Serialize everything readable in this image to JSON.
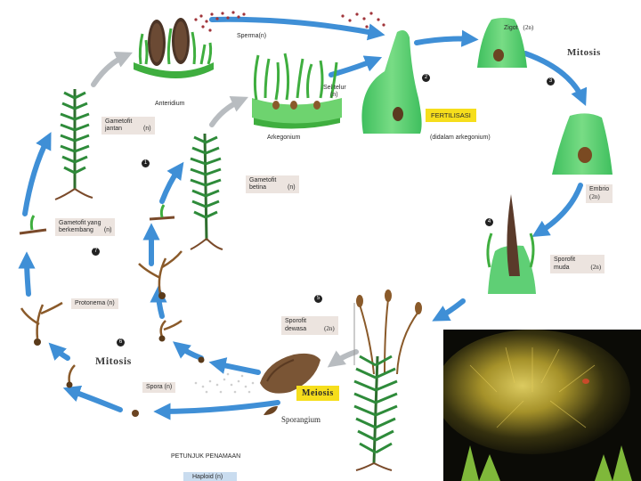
{
  "labels": {
    "sperma": "Sperma(n)",
    "anteridium": "Anteridium",
    "arkegonium": "Arkegonium",
    "sel_telur": "Sel telur",
    "sel_telur_ploidy": "(n)",
    "zigot": "Zigot",
    "zigot_ploidy": "(2n)",
    "mitosis_top": "Mitosis",
    "fertilisasi": "FERTILISASI",
    "fertilisasi_note": "(didalam arkegonium)",
    "embrio": "Embrio",
    "embrio_ploidy": "(2n)",
    "sporofit_muda_1": "Sporofit",
    "sporofit_muda_2": "muda",
    "sporofit_muda_ploidy": "(2n)",
    "gametofit_jantan_1": "Gametofit",
    "gametofit_jantan_2": "jantan",
    "gametofit_jantan_ploidy": "(n)",
    "gametofit_betina_1": "Gametofit",
    "gametofit_betina_2": "betina",
    "gametofit_betina_ploidy": "(n)",
    "gametofit_berkembang_1": "Gametofit yang",
    "gametofit_berkembang_2": "berkembang",
    "gametofit_berkembang_ploidy": "(n)",
    "protonema": "Protonema (n)",
    "mitosis_left": "Mitosis",
    "sporofit_dewasa_1": "Sporofit",
    "sporofit_dewasa_2": "dewasa",
    "sporofit_dewasa_ploidy": "(2n)",
    "spora": "Spora (n)",
    "meiosis": "Meiosis",
    "sporangium": "Sporangium",
    "legend_title": "PETUNJUK PENAMAAN",
    "legend_haploid": "Haploid (n)"
  },
  "step_numbers": [
    "1",
    "2",
    "3",
    "4",
    "5",
    "6",
    "7"
  ],
  "colors": {
    "arrow_blue": "#3f8fd6",
    "arrow_grey": "#b8bcc0",
    "plant_green": "#2e8b3a",
    "light_green": "#7ed36e",
    "tissue_green": "#5fcf75",
    "soil_brown": "#7a4a2a",
    "yellow_box": "#f6de1c",
    "label_box": "#ece4df",
    "legend_swatch": "#c9dcef"
  }
}
